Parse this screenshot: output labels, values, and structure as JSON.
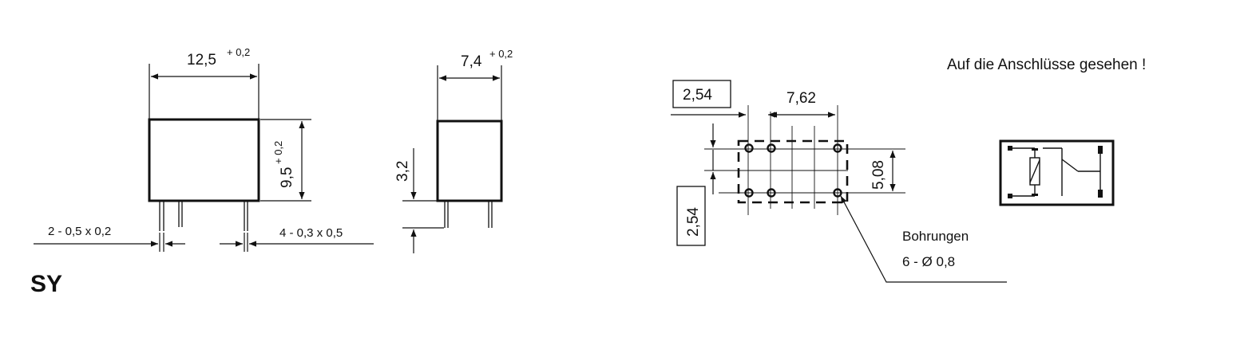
{
  "front_view": {
    "width_dim": "12,5",
    "width_tol": "+ 0,2",
    "height_dim": "9,5",
    "height_tol": "+ 0,2",
    "pin_dim_left": "2 - 0,5 x 0,2",
    "pin_dim_right": "4 - 0,3 x 0,5"
  },
  "side_view": {
    "depth_dim": "7,4",
    "depth_tol": "+ 0,2",
    "pin_length_dim": "3,2"
  },
  "model_label": "SY",
  "footprint": {
    "pitch_x": "2,54",
    "span_x": "7,62",
    "span_y": "5,08",
    "pitch_y": "2,54",
    "holes_label_line1": "Bohrungen",
    "holes_label_line2": "6 - Ø 0,8"
  },
  "view_note": "Auf die Anschlüsse gesehen !"
}
